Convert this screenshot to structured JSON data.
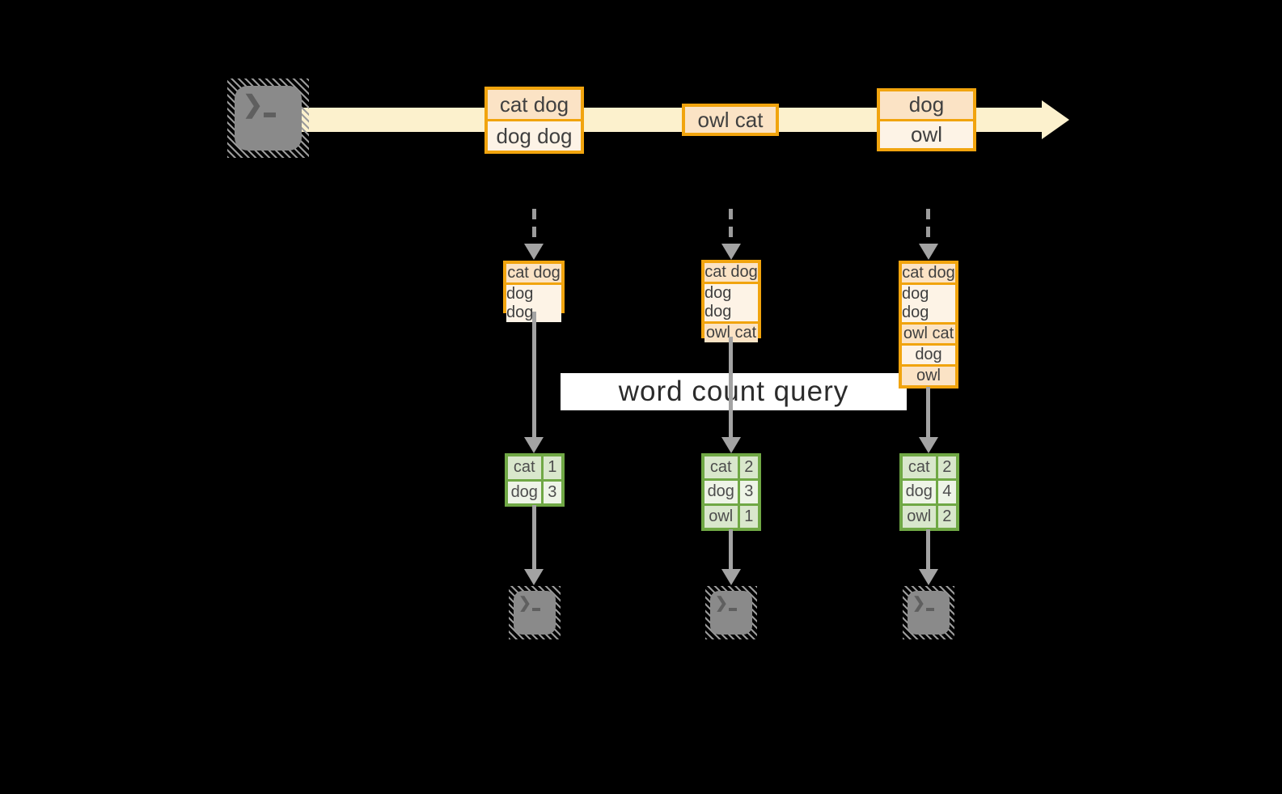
{
  "title": "streaming word count diagram",
  "stream": {
    "source_icon": "terminal-icon",
    "prompt_glyph": "❯",
    "batches": [
      {
        "lines": [
          "cat dog",
          "dog dog"
        ]
      },
      {
        "lines": [
          "owl cat"
        ]
      },
      {
        "lines": [
          "dog",
          "owl"
        ]
      }
    ]
  },
  "query": {
    "label": "word count query"
  },
  "columns": [
    {
      "input_lines": [
        "cat dog",
        "dog dog"
      ],
      "counts": [
        [
          "cat",
          "1"
        ],
        [
          "dog",
          "3"
        ]
      ]
    },
    {
      "input_lines": [
        "cat dog",
        "dog dog",
        "owl cat"
      ],
      "counts": [
        [
          "cat",
          "2"
        ],
        [
          "dog",
          "3"
        ],
        [
          "owl",
          "1"
        ]
      ]
    },
    {
      "input_lines": [
        "cat dog",
        "dog dog",
        "owl cat",
        "dog",
        "owl"
      ],
      "counts": [
        [
          "cat",
          "2"
        ],
        [
          "dog",
          "4"
        ],
        [
          "owl",
          "2"
        ]
      ]
    }
  ],
  "colors": {
    "background": "#000000",
    "stream_band": "#fcf1cd",
    "box_border": "#f1a40e",
    "box_fill_dark": "#fbe3c5",
    "box_fill_light": "#fdf3e6",
    "table_border": "#70a845",
    "table_fill_dark": "#d9e7cc",
    "table_fill_light": "#eef4e7",
    "arrow_gray": "#a3a3a3",
    "terminal_gray": "#8a8a8a",
    "query_box": "#ffffff"
  }
}
